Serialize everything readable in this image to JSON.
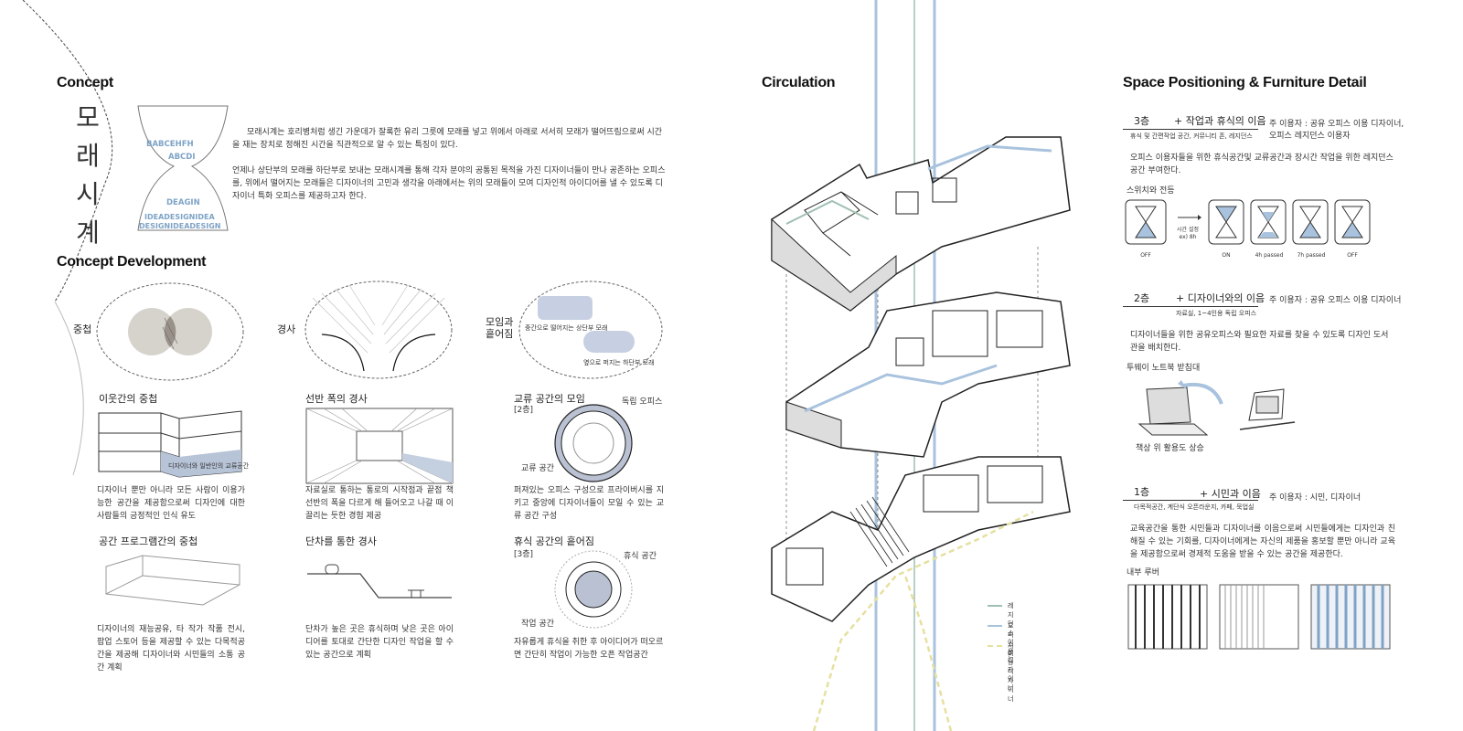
{
  "headings": {
    "concept": "Concept",
    "concept_development": "Concept Development",
    "circulation": "Circulation",
    "space": "Space Positioning & Furniture Detail"
  },
  "concept": {
    "vertical_title": [
      "모",
      "래",
      "시",
      "계"
    ],
    "hourglass_letters": {
      "top": "BABCEHFH",
      "mid": "ABCDI",
      "low": "DEAGIN",
      "row1": "IDEADESIGNIDEA",
      "row2": "DESIGNIDEADESIGN"
    },
    "para1": "모래시계는 호리병처럼 생긴 가운데가 잘록한 유리 그릇에 모래를 넣고 위에서 아래로 서서히 모래가 떨어뜨림으로써 시간을 재는 장치로 정해진 시간을 직관적으로 알 수 있는 특징이 있다.",
    "para2": "언제나 상단부의 모래를 하단부로 보내는 모래시계를 통해 각자 분야의 공통된 목적을 가진 디자이너들이 만나 공존하는 오피스를, 위에서 떨어지는 모래들은 디자이너의 고민과 생각을 아래에서는 위의 모래들이 모여 디자인적 아이디어를 낼 수 있도록 디자이너 특화 오피스를 제공하고자 한다."
  },
  "development": {
    "ovals": {
      "overlap": "중첩",
      "slope": "경사",
      "gather": "모임과\n흩어짐",
      "gather_top": "중간으로 떨어지는 상단부 모래",
      "gather_bottom": "옆으로 퍼지는 하단부 모래"
    },
    "col1": {
      "t1": "이웃간의 중첩",
      "label": "디자이너와 일반인의 교류공간",
      "p1": "디자이너 뿐만 아니라 모든 사람이 이용가능한 공간을 제공함으로써 디자인에 대한 사람들의 긍정적인 인식 유도",
      "t2": "공간 프로그램간의 중첩",
      "p2": "디자이너의 재능공유, 타 작가 작품 전시, 팝업 스토어 등을 제공할 수 있는 다목적공간을 제공해 디자이너와 시민들의 소통 공간 계획"
    },
    "col2": {
      "t1": "선반 폭의 경사",
      "p1": "자료실로 통하는 통로의 시작점과 끝점 책 선반의 폭을 다르게 해 들어오고 나갈 때 이끌리는 듯한 경험 제공",
      "t2": "단차를 통한 경사",
      "p2": "단차가 높은 곳은 휴식하며 낮은 곳은 아이디어를 토대로 간단한 디자인 작업을 할 수 있는 공간으로 계획"
    },
    "col3": {
      "t1": "교류 공간의 모임",
      "f1": "[2층]",
      "ring_outer": "독립 오피스",
      "ring_inner": "교류 공간",
      "p1": "퍼져있는 오피스 구성으로 프라이버시를 지키고 중앙에 디자이너들이 모일 수 있는 교류 공간 구성",
      "t2": "휴식 공간의 흩어짐",
      "f2": "[3층]",
      "ring2_outer": "휴식 공간",
      "ring2_inner": "작업 공간",
      "p2": "자유롭게 휴식을 취한 후 아이디어가 떠오르면 간단히 작업이 가능한 오픈 작업공간"
    }
  },
  "circulation": {
    "legend": [
      {
        "label": "레지던스 이용 디자이너",
        "color": "#9fc0b2",
        "dash": false
      },
      {
        "label": "오피스 이용 디자이너",
        "color": "#a9c3de",
        "dash": false
      },
      {
        "label": "시민",
        "color": "#e6e0a0",
        "dash": true
      }
    ]
  },
  "space": {
    "f3": {
      "floor": "3층",
      "title": "+ 작업과 휴식의 이음",
      "sub": "휴식 및 간편작업 공간, 커뮤니티 존, 레지던스",
      "users": "주 이용자 : 공유 오피스 이용 디자이너,\n오피스 레지던스 이용자",
      "desc": "오피스 이용자들을 위한 휴식공간및 교류공간과 장시간 작업을 위한 레지던스 공간 부여한다.",
      "detail": "스위치와 전등",
      "timer": "시간 설정\nex) 8h",
      "states": [
        "OFF",
        "ON",
        "4h passed",
        "7h passed",
        "OFF"
      ]
    },
    "f2": {
      "floor": "2층",
      "title": "+ 디자이너와의 이음",
      "sub": "자료실, 1~4인용 독립 오피스",
      "users": "주 이용자 : 공유 오피스 이용 디자이너",
      "desc": "디자이너들을 위한 공유오피스와 필요한 자료를 찾을 수 있도록 디자인 도서관을 배치한다.",
      "detail": "투웨이 노트북 받침대",
      "caption": "책상 위 활용도 상승"
    },
    "f1": {
      "floor": "1층",
      "title": "+ 시민과 이음",
      "sub": "다목적공간, 계단식 오픈라운지, 카페, 묵업실",
      "users": "주 이용자 : 시민, 디자이너",
      "desc": "교육공간을 통한 시민들과 디자이너를 이음으로써 시민들에게는 디자인과 친해질 수 있는 기회를, 디자이너에게는 자신의 제품을 홍보할 뿐만 아니라 교육을 제공함으로써 경제적 도움을 받을 수 있는 공간을 제공한다.",
      "detail": "내부 루버"
    }
  }
}
